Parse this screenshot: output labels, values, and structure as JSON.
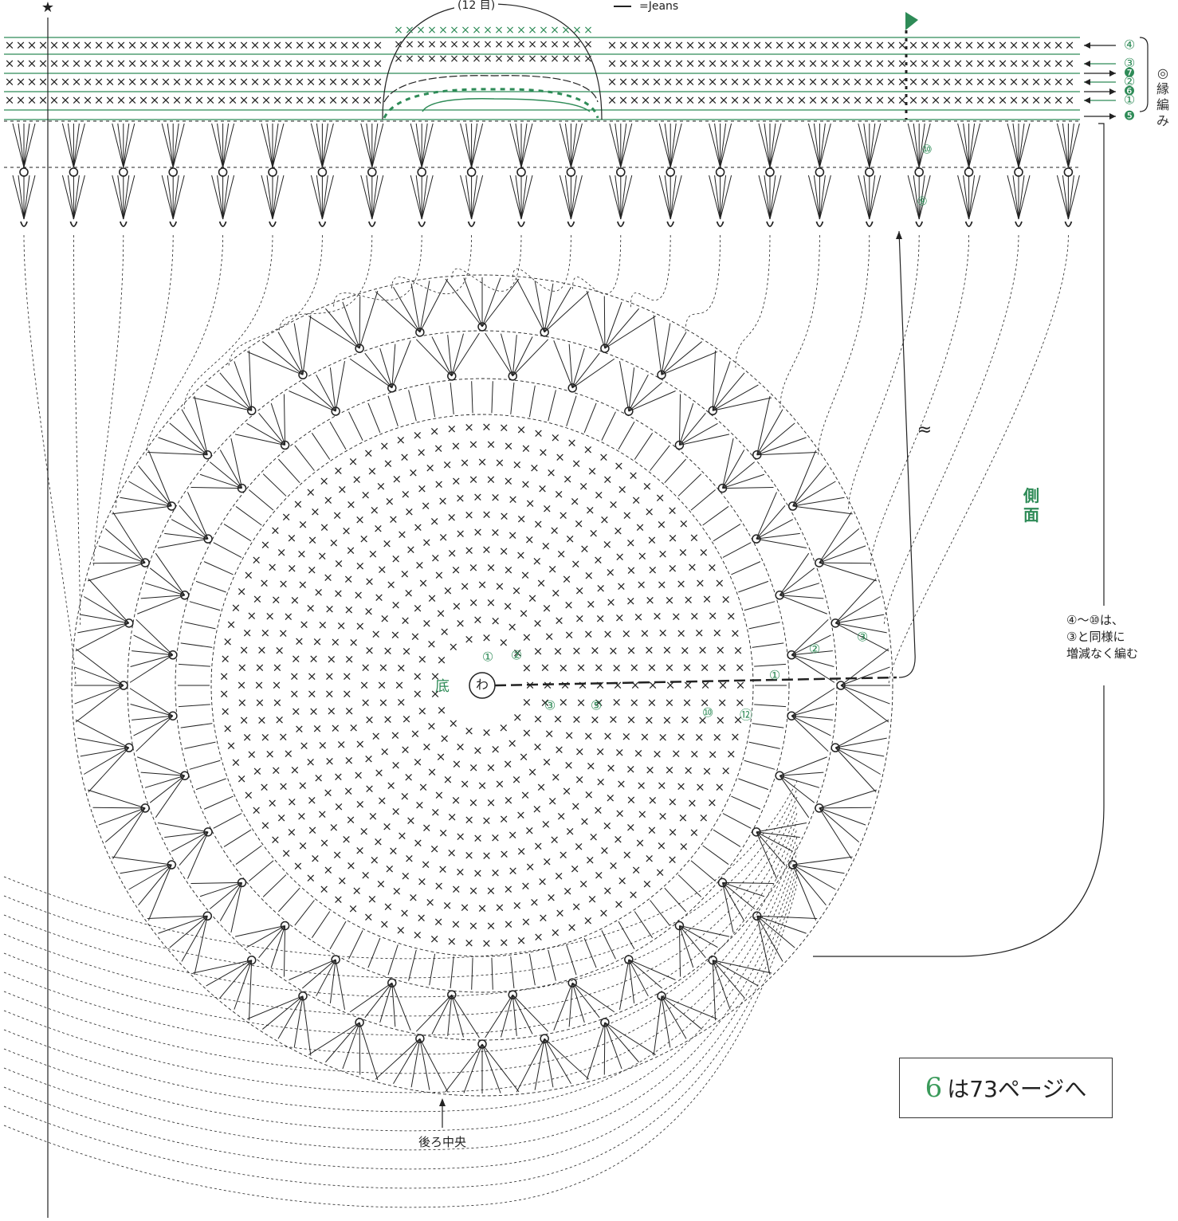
{
  "legend": {
    "jeans": "=Jeans"
  },
  "strap_count": "(12 目)",
  "star": "★",
  "center": {
    "ring": "わ",
    "bottom": "底"
  },
  "rows_right": [
    "④",
    "③",
    "❼",
    "②",
    "❻",
    "①",
    "❺"
  ],
  "edge_label": "縁編み",
  "edge_mark": "◎",
  "side_label": "側面",
  "side_rows": [
    "⑩",
    "⑨"
  ],
  "bottom_rounds": [
    "①",
    "②",
    "③",
    "⑤",
    "⑩",
    "⑫"
  ],
  "side_rounds": [
    "①",
    "②",
    "③"
  ],
  "side_note": [
    "④～⑩は、",
    "③と同様に",
    "増減なく編む"
  ],
  "back_center": "後ろ中央",
  "page_ref": {
    "num": "6",
    "text": "は73ページへ"
  },
  "colors": {
    "green": "#2e8b57",
    "ink": "#222222"
  }
}
